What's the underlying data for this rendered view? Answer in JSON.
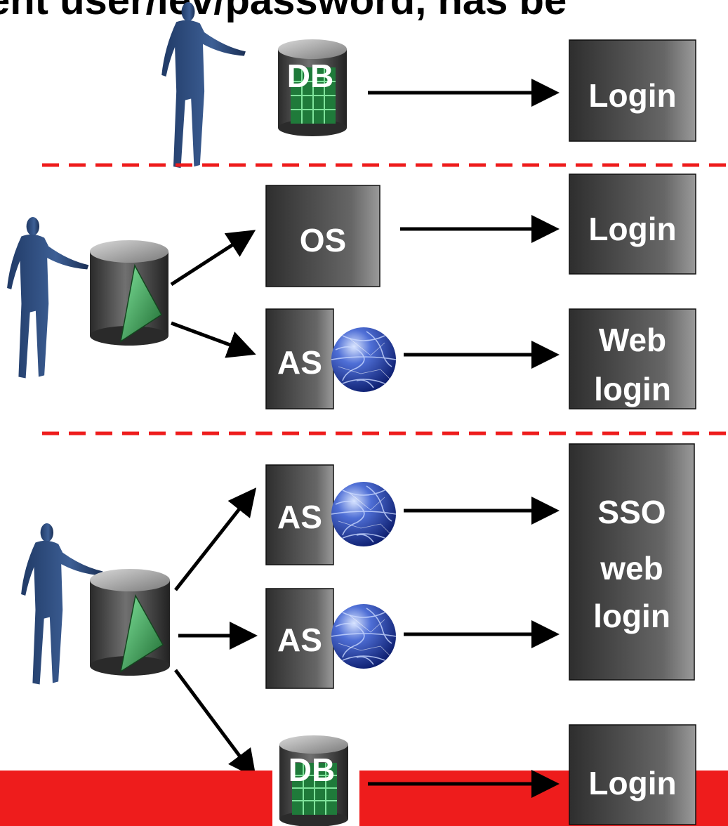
{
  "title_fragment": "ent user/lev/password, has be",
  "colors": {
    "accent_red": "#ee1c1c",
    "box_gray_dark": "#3a3a3a",
    "box_gray_light": "#8a8a8a",
    "person_blue": "#2f4d7e",
    "cylinder_green": "#2e8b45"
  },
  "rows": {
    "top": {
      "source_label": "DB",
      "target_label": "Login"
    },
    "middle": {
      "os_label": "OS",
      "as_label": "AS",
      "os_target_label": "Login",
      "web_target_line1": "Web",
      "web_target_line2": "login"
    },
    "bottom": {
      "as1_label": "AS",
      "as2_label": "AS",
      "sso_line1": "SSO",
      "sso_line2": "web",
      "sso_line3": "login",
      "db_label": "DB",
      "db_target_label": "Login"
    }
  },
  "icons": [
    "person-icon",
    "database-icon",
    "repository-icon",
    "globe-icon",
    "arrow-icon"
  ]
}
